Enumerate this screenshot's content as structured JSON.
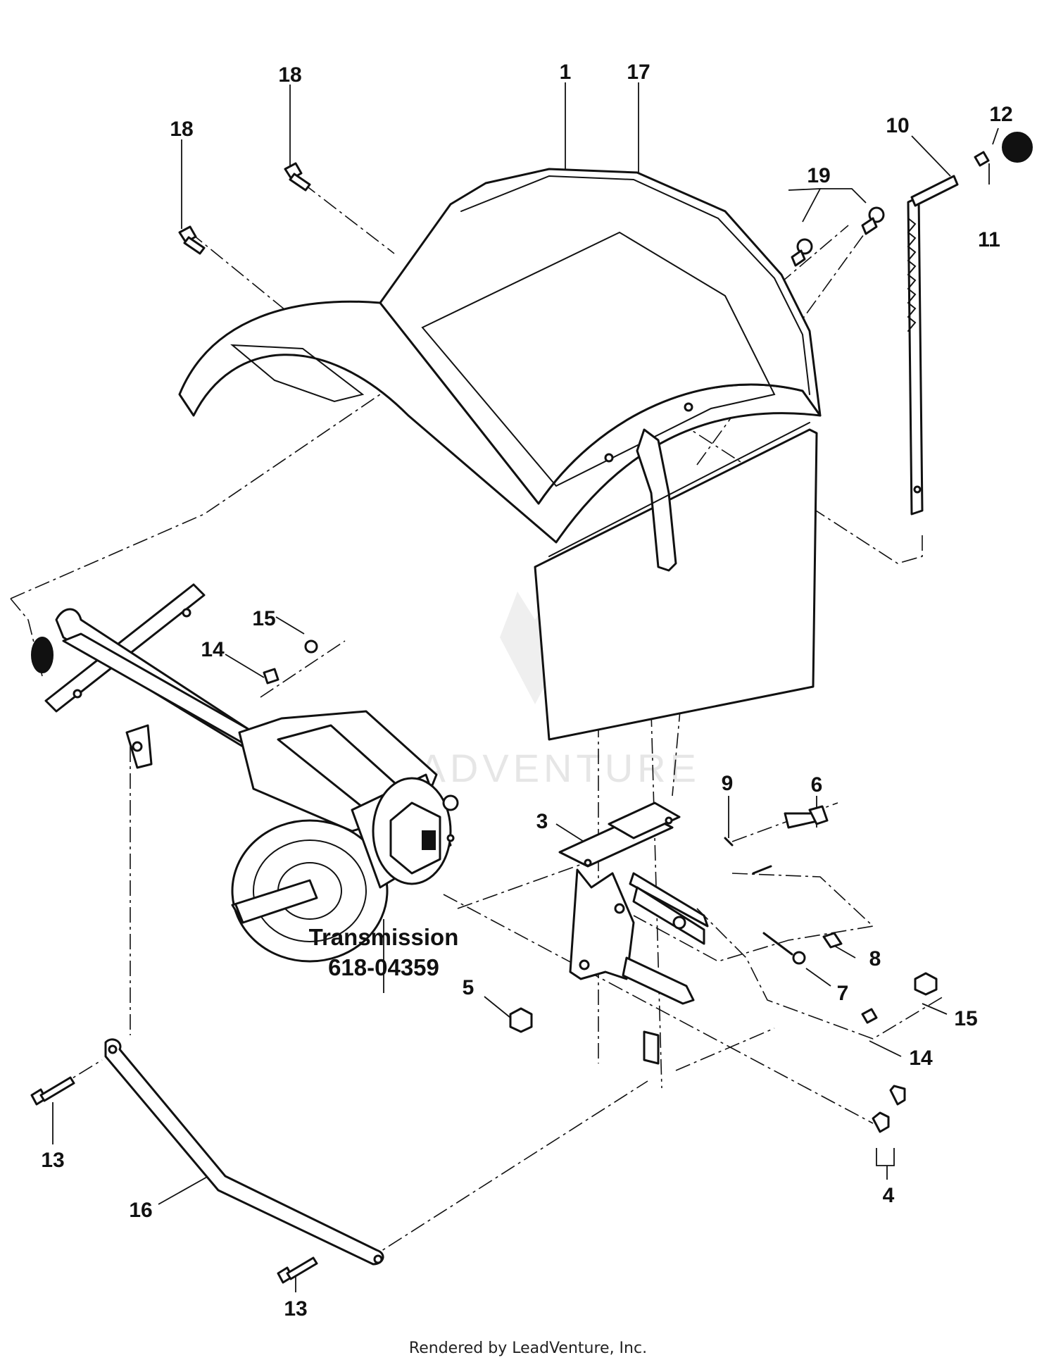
{
  "diagram": {
    "callouts": [
      {
        "id": "c1",
        "text": "1"
      },
      {
        "id": "c17",
        "text": "17"
      },
      {
        "id": "c18a",
        "text": "18"
      },
      {
        "id": "c18b",
        "text": "18"
      },
      {
        "id": "c19",
        "text": "19"
      },
      {
        "id": "c10",
        "text": "10"
      },
      {
        "id": "c12",
        "text": "12"
      },
      {
        "id": "c11",
        "text": "11"
      },
      {
        "id": "c15a",
        "text": "15"
      },
      {
        "id": "c14a",
        "text": "14"
      },
      {
        "id": "c9",
        "text": "9"
      },
      {
        "id": "c6",
        "text": "6"
      },
      {
        "id": "c3",
        "text": "3"
      },
      {
        "id": "c8",
        "text": "8"
      },
      {
        "id": "c7",
        "text": "7"
      },
      {
        "id": "c5",
        "text": "5"
      },
      {
        "id": "c15b",
        "text": "15"
      },
      {
        "id": "c14b",
        "text": "14"
      },
      {
        "id": "c13a",
        "text": "13"
      },
      {
        "id": "c16",
        "text": "16"
      },
      {
        "id": "c4",
        "text": "4"
      },
      {
        "id": "c13b",
        "text": "13"
      }
    ],
    "transmission": {
      "name": "Transmission",
      "part_number": "618-04359"
    },
    "watermark": "LEADVENTURE"
  },
  "footer": {
    "text": "Rendered by LeadVenture, Inc."
  }
}
